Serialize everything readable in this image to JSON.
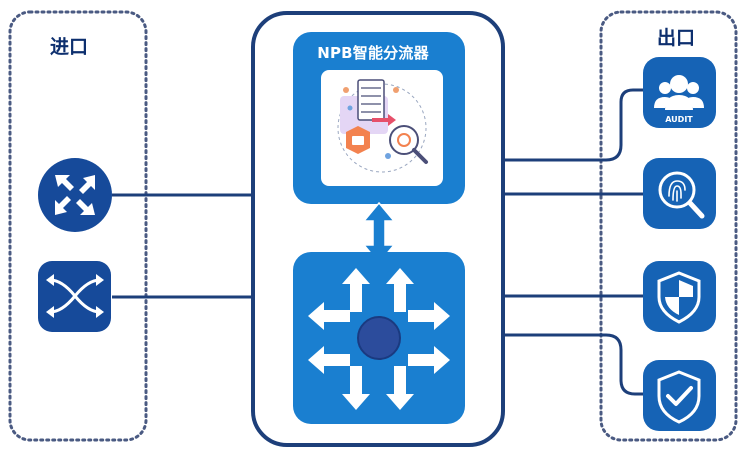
{
  "diagram": {
    "ingress_label": "进口",
    "egress_label": "出口",
    "npb_title": "NPB智能分流器",
    "audit_label": "AUDIT"
  },
  "colors": {
    "border_blue": "#1d3f7a",
    "dotted_gray": "#4a5a82",
    "tile_blue": "#1a7fd0",
    "tile_blue_dark": "#1663b5",
    "circle_blue": "#164a9a",
    "center_circle": "#2c4c9c",
    "arrow_white": "#ffffff"
  },
  "icons": {
    "ingress": [
      "arrows-converge-icon",
      "cross-arrows-icon"
    ],
    "egress": [
      "users-audit-icon",
      "fingerprint-search-icon",
      "shield-icon",
      "shield-check-icon"
    ],
    "center": [
      "server-illustration-icon",
      "four-way-arrows-icon",
      "bidirectional-arrow-icon"
    ]
  }
}
